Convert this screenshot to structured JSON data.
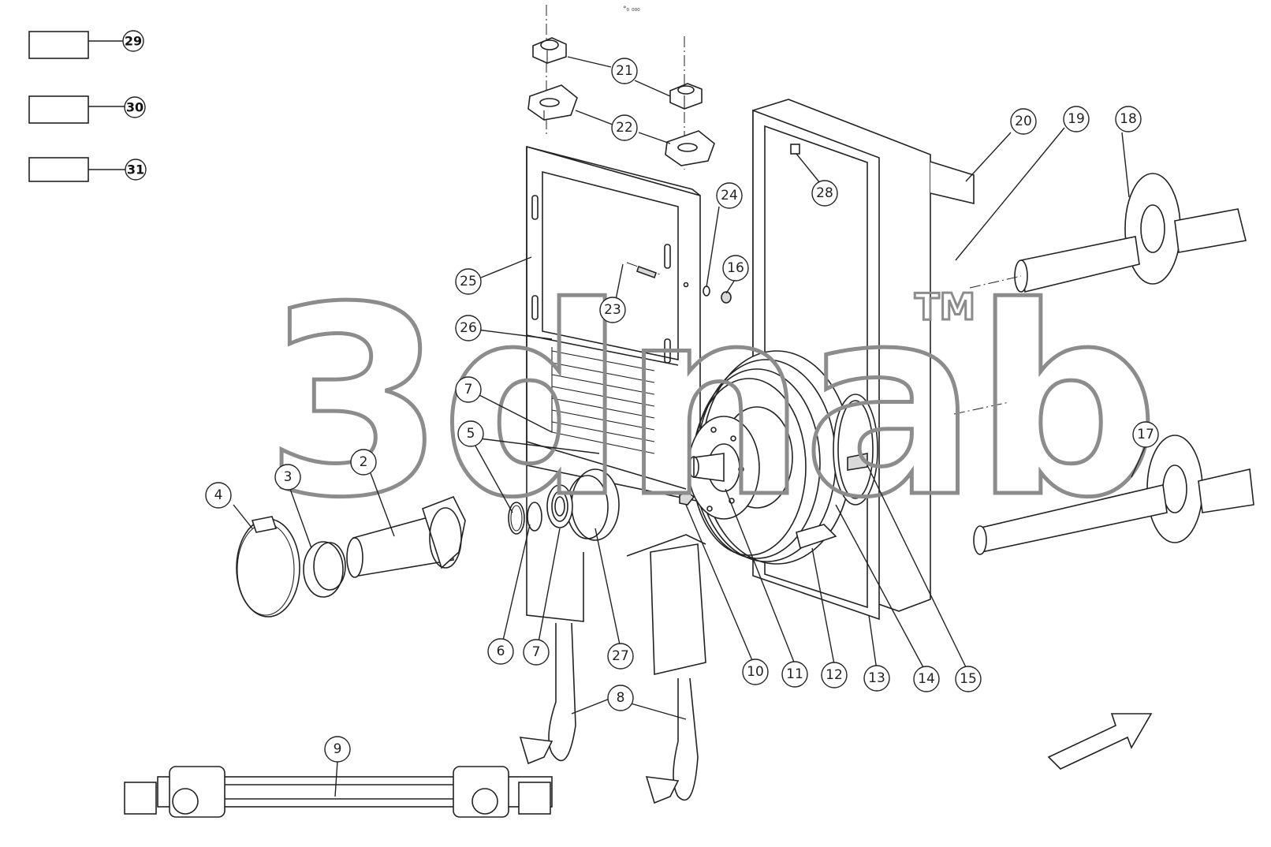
{
  "watermark": {
    "text": "3dnab",
    "trademark": "TM"
  },
  "header_mark": "°₀ ₀₀₀",
  "legend_boxes": [
    {
      "label": "29"
    },
    {
      "label": "30"
    },
    {
      "label": "31"
    }
  ],
  "callouts": [
    "2",
    "3",
    "4",
    "5",
    "6",
    "7",
    "7",
    "8",
    "9",
    "10",
    "11",
    "12",
    "13",
    "14",
    "15",
    "16",
    "17",
    "18",
    "19",
    "20",
    "21",
    "22",
    "23",
    "24",
    "25",
    "26",
    "27",
    "28"
  ],
  "colors": {
    "line": "#222222",
    "watermark": "#8c8c8c",
    "background": "#ffffff"
  }
}
